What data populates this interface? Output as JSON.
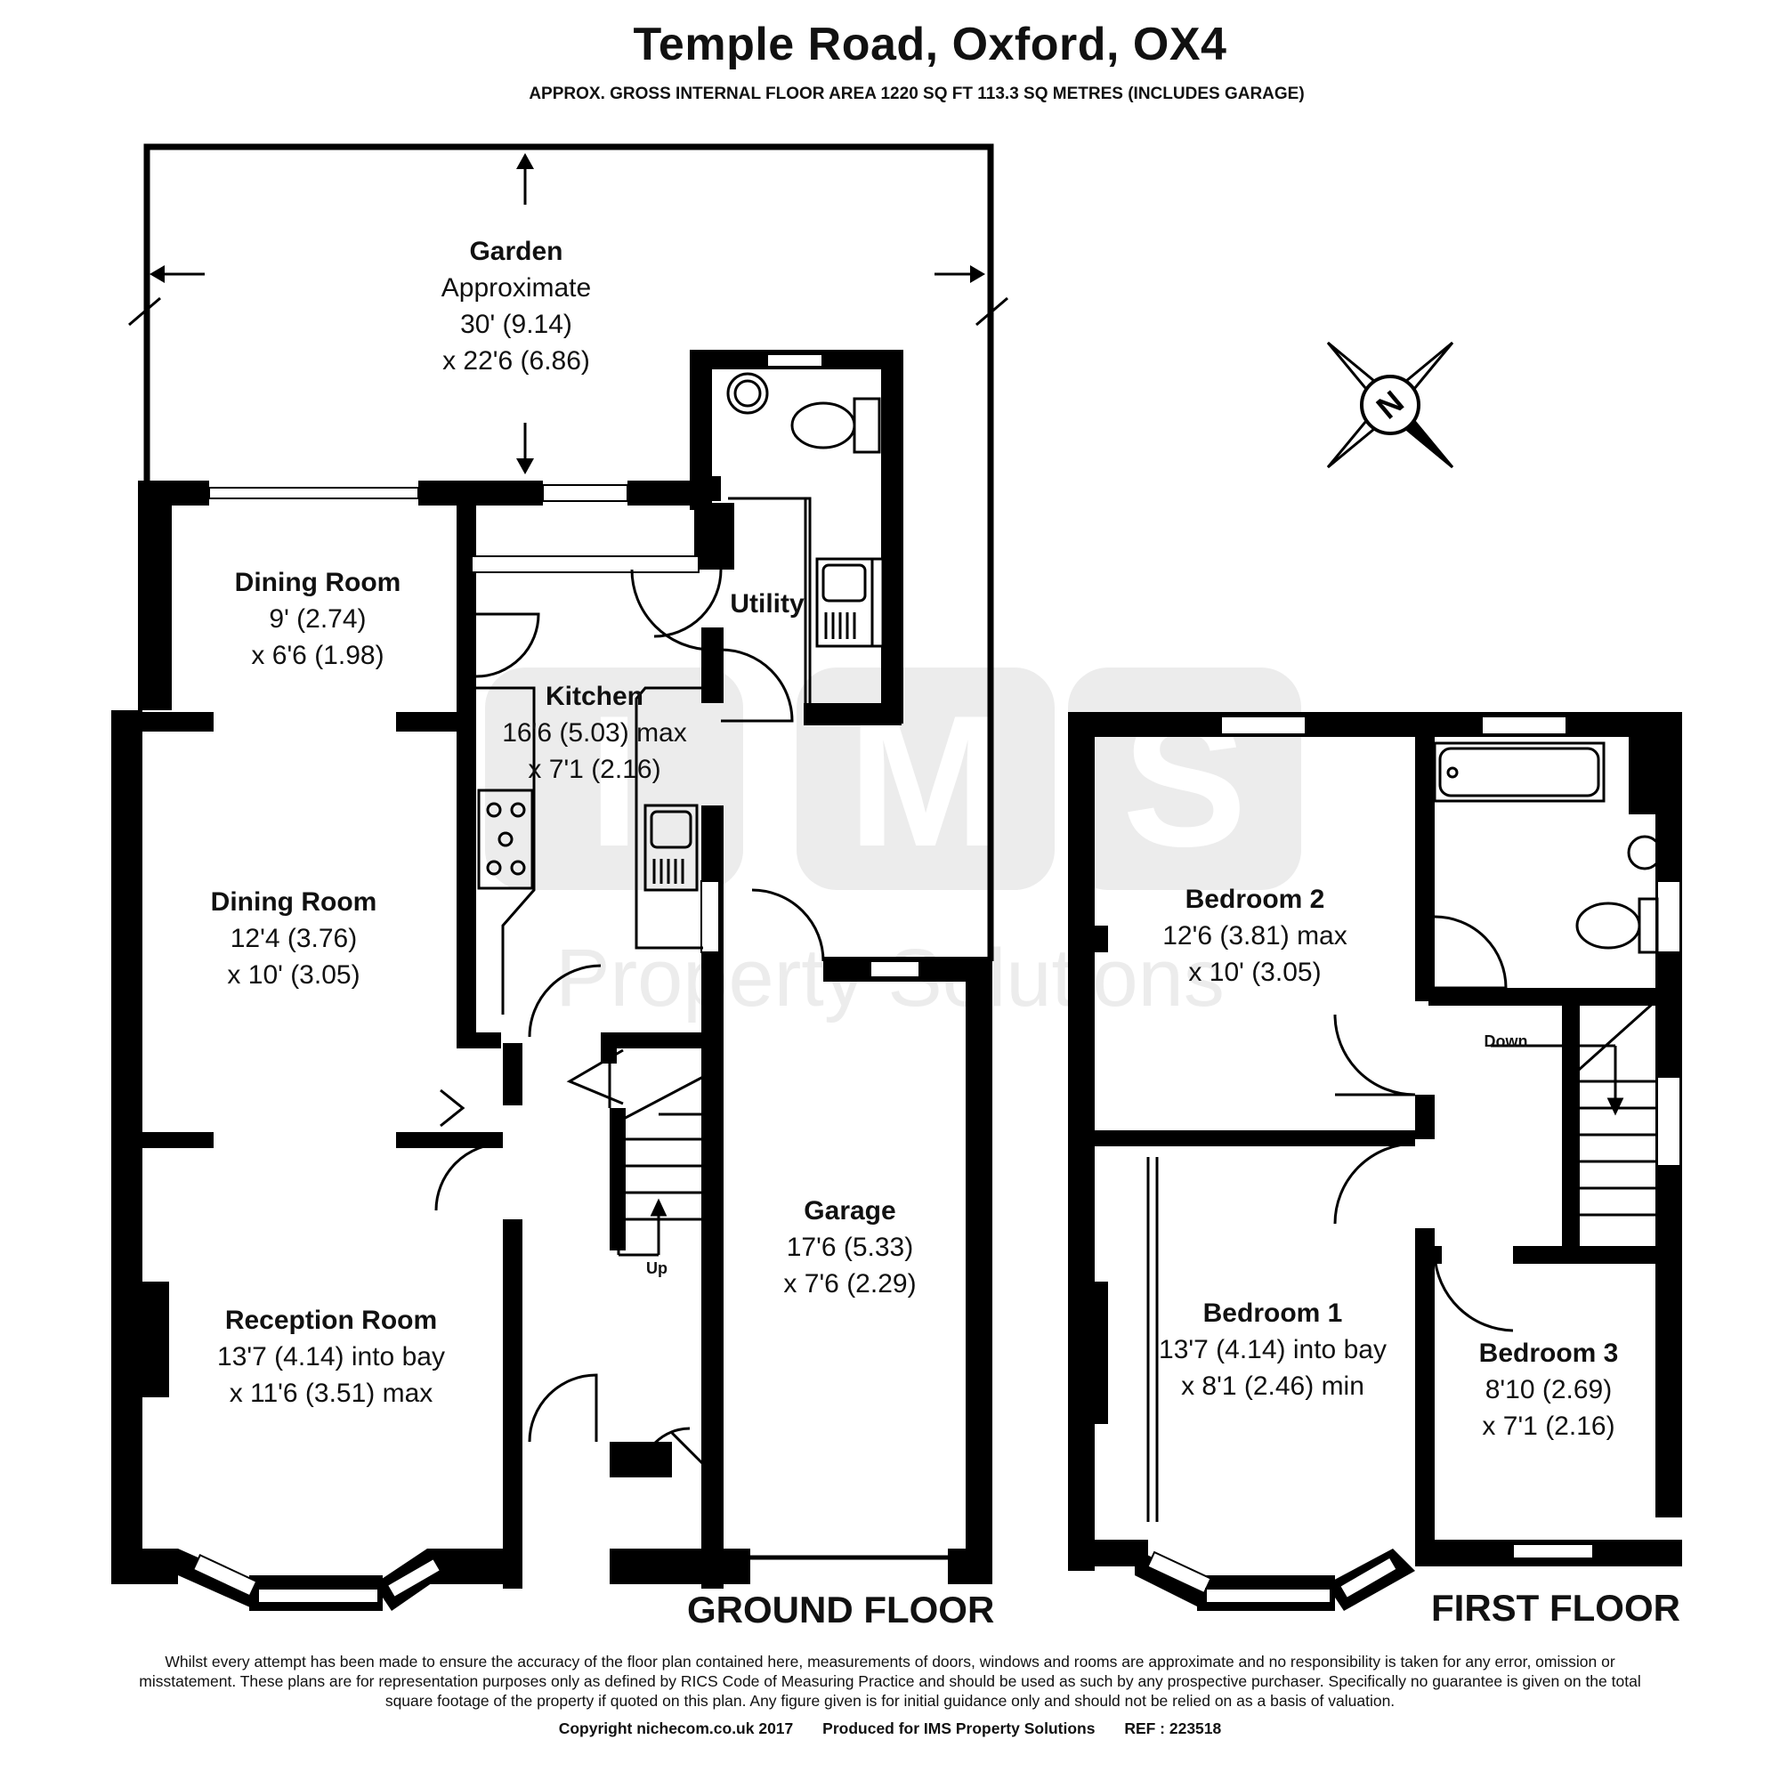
{
  "header": {
    "title": "Temple Road, Oxford, OX4",
    "subtitle": "APPROX. GROSS INTERNAL FLOOR AREA 1220 SQ FT 113.3 SQ METRES (INCLUDES GARAGE)"
  },
  "watermark": {
    "letters": [
      "I",
      "M",
      "S"
    ],
    "text": "Property Solutions"
  },
  "rooms": {
    "garden": {
      "name": "Garden",
      "line1": "Approximate",
      "line2": "30' (9.14)",
      "line3": "x 22'6 (6.86)"
    },
    "dining_room_upper": {
      "name": "Dining Room",
      "line1": "9' (2.74)",
      "line2": "x 6'6 (1.98)"
    },
    "dining_room": {
      "name": "Dining Room",
      "line1": "12'4 (3.76)",
      "line2": "x 10' (3.05)"
    },
    "kitchen": {
      "name": "Kitchen",
      "line1": "16'6 (5.03) max",
      "line2": "x 7'1 (2.16)"
    },
    "utility": {
      "name": "Utility"
    },
    "reception_room": {
      "name": "Reception Room",
      "line1": "13'7 (4.14) into bay",
      "line2": "x 11'6 (3.51) max"
    },
    "garage": {
      "name": "Garage",
      "line1": "17'6 (5.33)",
      "line2": "x 7'6 (2.29)"
    },
    "bedroom_2": {
      "name": "Bedroom 2",
      "line1": "12'6 (3.81) max",
      "line2": "x 10' (3.05)"
    },
    "bedroom_1": {
      "name": "Bedroom 1",
      "line1": "13'7 (4.14) into bay",
      "line2": "x 8'1 (2.46) min"
    },
    "bedroom_3": {
      "name": "Bedroom 3",
      "line1": "8'10 (2.69)",
      "line2": "x 7'1 (2.16)"
    }
  },
  "stairs": {
    "up_label": "Up",
    "down_label": "Down"
  },
  "compass": {
    "label": "N"
  },
  "floors": {
    "ground": "GROUND FLOOR",
    "first": "FIRST FLOOR"
  },
  "footer": {
    "disclaimer": "Whilst every attempt has been made to ensure the accuracy of the floor plan contained here, measurements of doors, windows and rooms are approximate and no responsibility is taken for any error, omission or misstatement. These plans are for representation purposes only as defined by RICS Code of Measuring Practice and should be used as such by any prospective purchaser. Specifically no guarantee is given on the total square footage of the property if quoted on this plan. Any figure given is for initial guidance only and should not be relied on as a basis of valuation.",
    "copyright": "Copyright nichecom.co.uk 2017",
    "produced_for": "Produced for IMS Property Solutions",
    "ref": "REF : 223518"
  },
  "colors": {
    "wall": "#000000",
    "watermark": "#e6e6e6",
    "background": "#ffffff"
  }
}
